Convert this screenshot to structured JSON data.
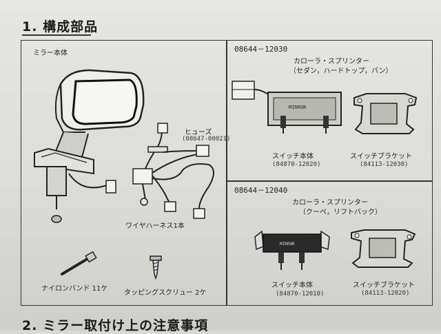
{
  "section1": {
    "number": "1.",
    "title": "構成部品"
  },
  "left_panel": {
    "heading": "ミラー本体",
    "fuse_label": "ヒューズ",
    "fuse_part": "(08647-00021)",
    "harness_label": "ワイヤハーネス1本",
    "band_label": "ナイロンバンド 11ケ",
    "screw_label": "タッピングスクリュー 2ケ"
  },
  "kit1": {
    "part_no": "08644－12030",
    "vehicle": "カローラ・スプリンター",
    "variant": "（セダン，ハードトップ，バン）",
    "switch_label": "スイッチ本体",
    "switch_part": "(84870-12020)",
    "bracket_label": "スイッチブラケット",
    "bracket_part": "(84113-12030)"
  },
  "kit2": {
    "part_no": "08644－12040",
    "vehicle": "カローラ・スプリンター",
    "variant": "（クーペ，リフトバック）",
    "switch_label": "スイッチ本体",
    "switch_part": "(84870-12010)",
    "bracket_label": "スイッチブラケット",
    "bracket_part": "(84113-12020)"
  },
  "section2": {
    "number": "2.",
    "title": "ミラー取付け上の注意事項"
  }
}
